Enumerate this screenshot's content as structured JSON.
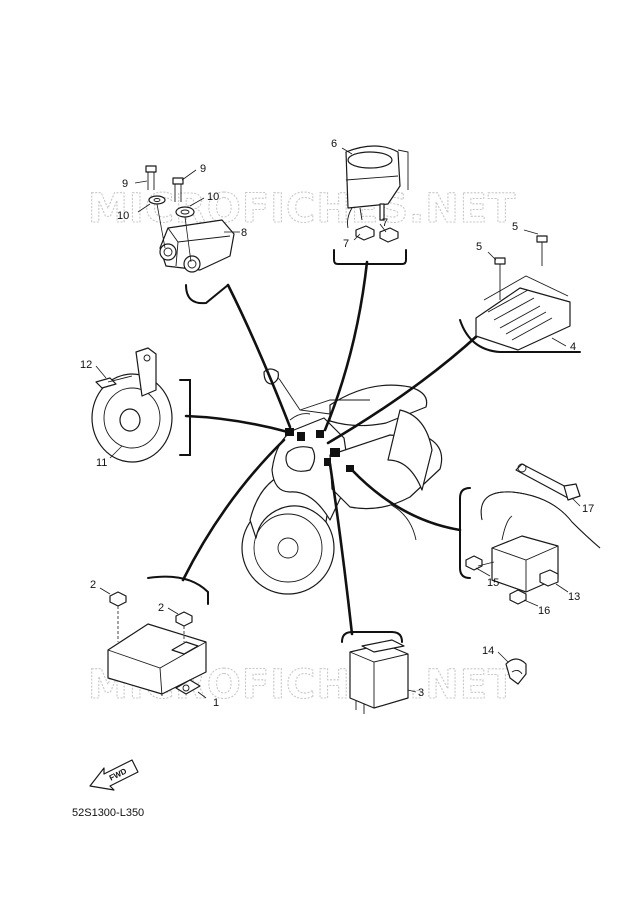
{
  "watermark": "MICROFICHES.NET",
  "diagram_code": "52S1300-L350",
  "fwd_label": "FWD",
  "labels": {
    "l1": "1",
    "l2a": "2",
    "l2b": "2",
    "l3": "3",
    "l4": "4",
    "l5a": "5",
    "l5b": "5",
    "l6": "6",
    "l7a": "7",
    "l7b": "7",
    "l8": "8",
    "l9a": "9",
    "l9b": "9",
    "l10a": "10",
    "l10b": "10",
    "l11": "11",
    "l12": "12",
    "l13": "13",
    "l14": "14",
    "l15": "15",
    "l16": "16",
    "l17": "17"
  }
}
